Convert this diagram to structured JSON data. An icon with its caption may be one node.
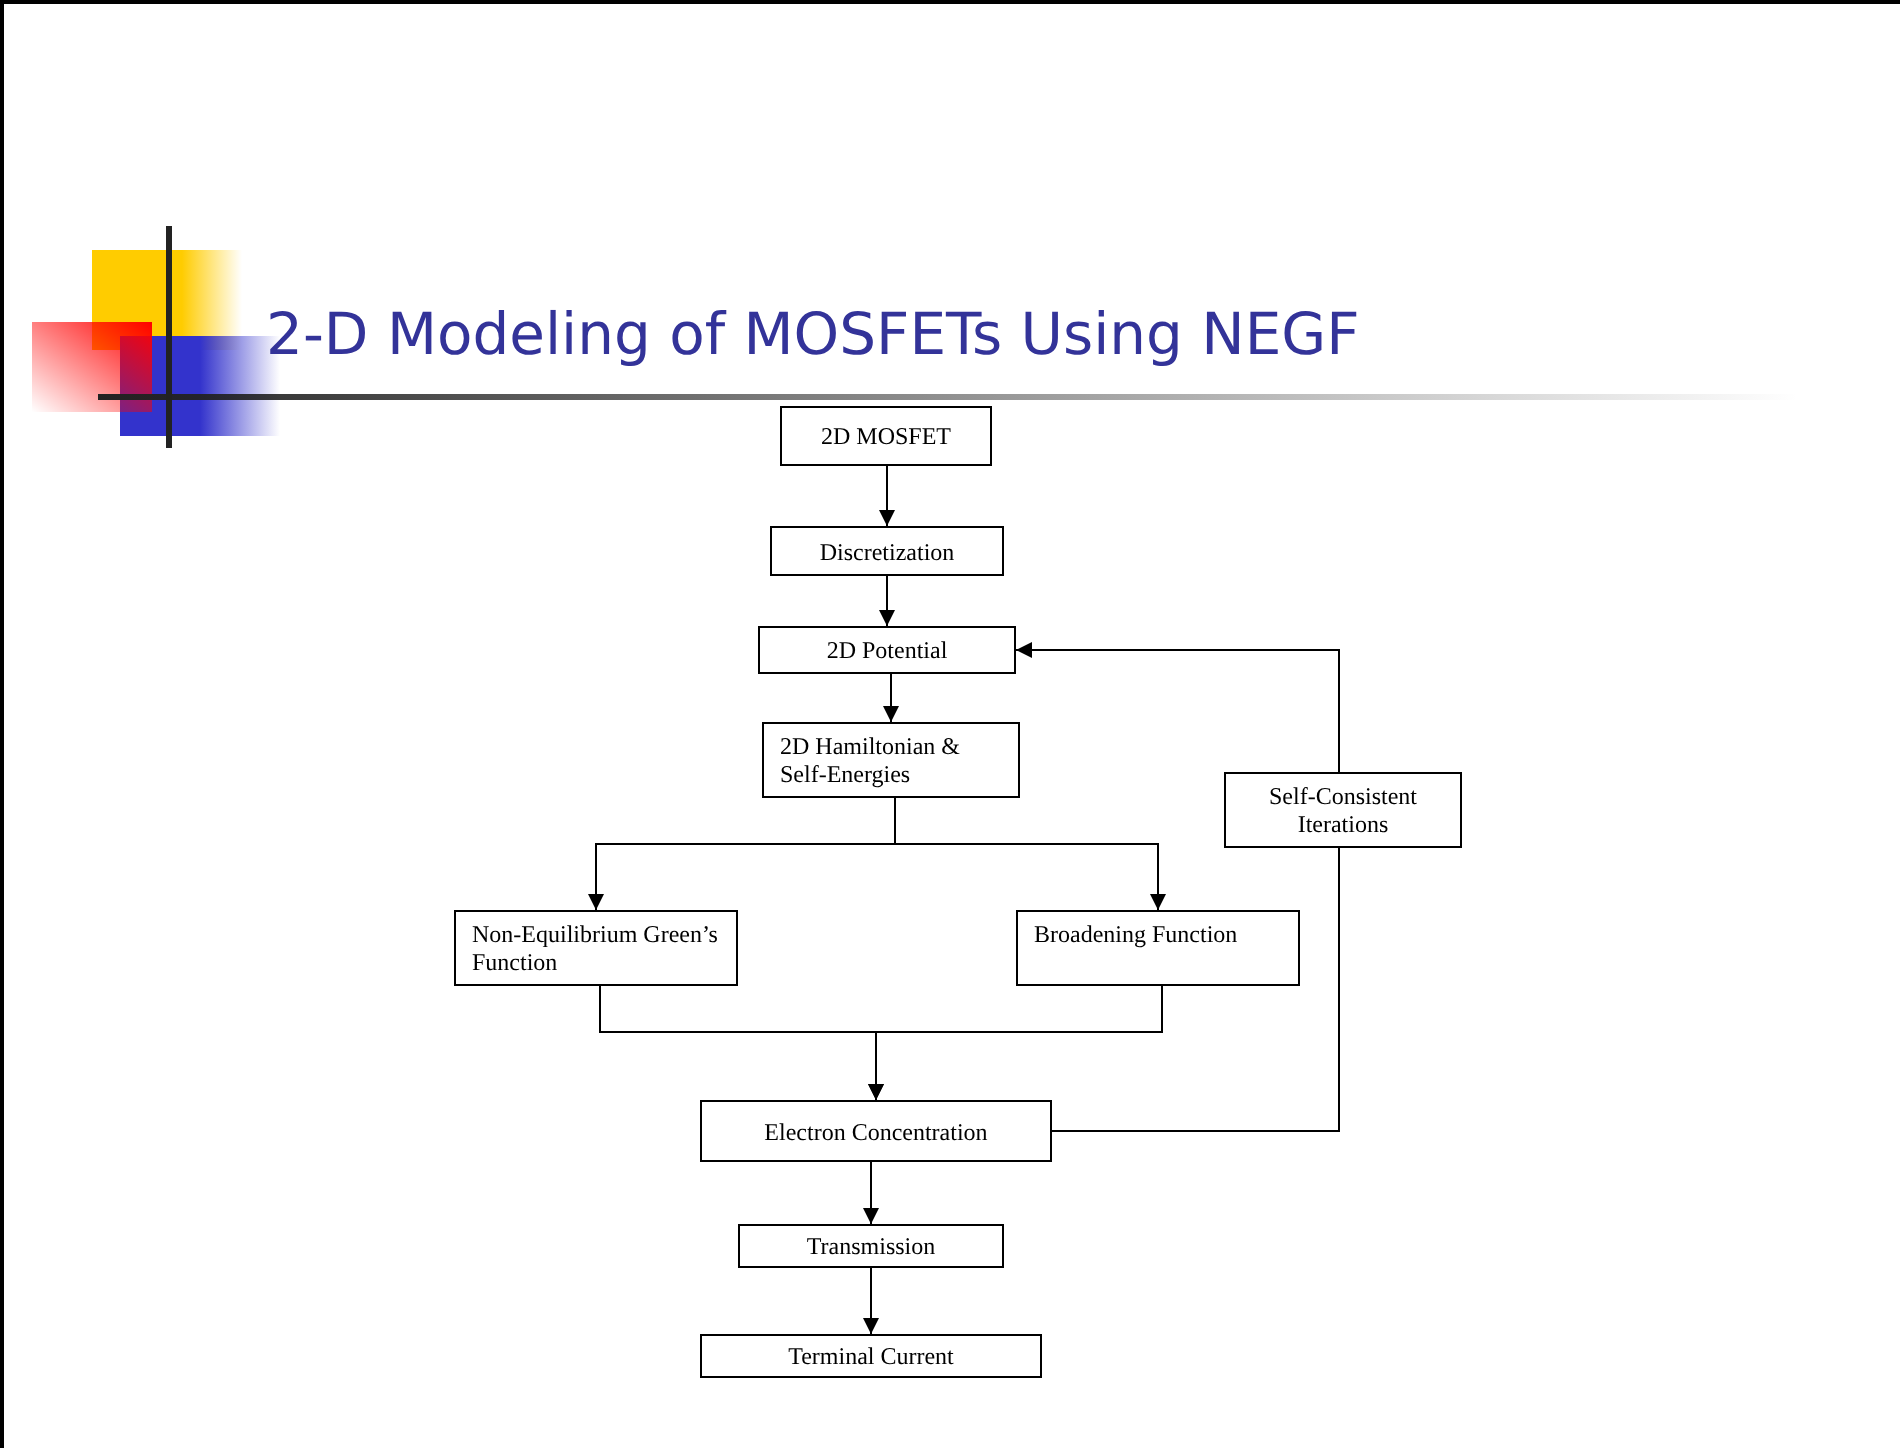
{
  "diagram": {
    "title": "2-D Modeling of MOSFETs Using NEGF",
    "nodes": [
      {
        "text": [
          "2D MOSFET"
        ]
      },
      {
        "text": [
          "Discretization"
        ]
      },
      {
        "text": [
          "2D Potential"
        ]
      },
      {
        "text": [
          "2D Hamiltonian & Self-Energies"
        ]
      },
      {
        "text": [
          "Non-Equilibrium Green’s Function"
        ]
      },
      {
        "text": [
          "Broadening Function"
        ]
      },
      {
        "text": [
          "Self-Consistent Iterations"
        ]
      },
      {
        "text": [
          "Electron Concentration"
        ]
      },
      {
        "text": [
          "Transmission"
        ]
      },
      {
        "text": [
          "Terminal Current"
        ]
      }
    ],
    "edges": [
      {
        "from": 0,
        "to": 1,
        "arrow": "to"
      },
      {
        "from": 1,
        "to": 2,
        "arrow": "to"
      },
      {
        "from": 2,
        "to": 3,
        "arrow": "to"
      },
      {
        "from": 3,
        "to": 4,
        "arrow": "to"
      },
      {
        "from": 3,
        "to": 5,
        "arrow": "to"
      },
      {
        "from": 4,
        "to": 7,
        "arrow": "to"
      },
      {
        "from": 5,
        "to": 7,
        "arrow": "to"
      },
      {
        "from": 7,
        "to": 6,
        "arrow": "none"
      },
      {
        "from": 6,
        "to": 2,
        "arrow": "to"
      },
      {
        "from": 7,
        "to": 8,
        "arrow": "to"
      },
      {
        "from": 8,
        "to": 9,
        "arrow": "to"
      }
    ]
  }
}
